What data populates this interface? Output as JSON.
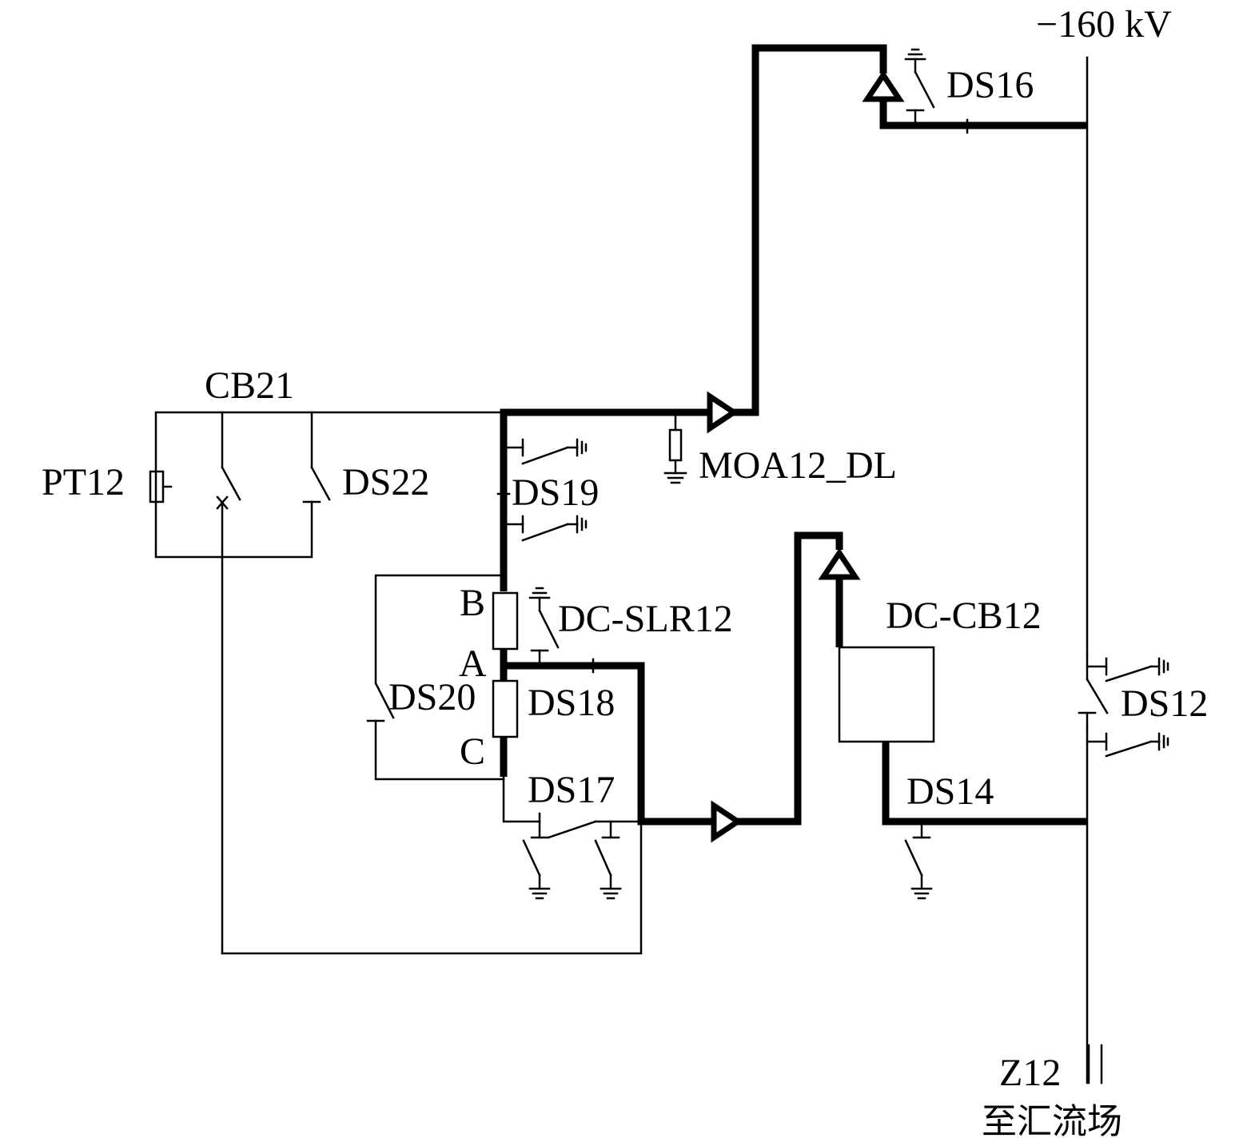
{
  "labels": {
    "voltage": "−160 kV",
    "ds16": "DS16",
    "cb21": "CB21",
    "pt12": "PT12",
    "ds22": "DS22",
    "ds19": "DS19",
    "moa": "MOA12_DL",
    "b": "B",
    "a": "A",
    "c": "C",
    "dcslr": "DC-SLR12",
    "dccb": "DC-CB12",
    "ds20": "DS20",
    "ds18": "DS18",
    "ds17": "DS17",
    "ds14": "DS14",
    "ds12": "DS12",
    "z12": "Z12",
    "dest": "至汇流场"
  }
}
